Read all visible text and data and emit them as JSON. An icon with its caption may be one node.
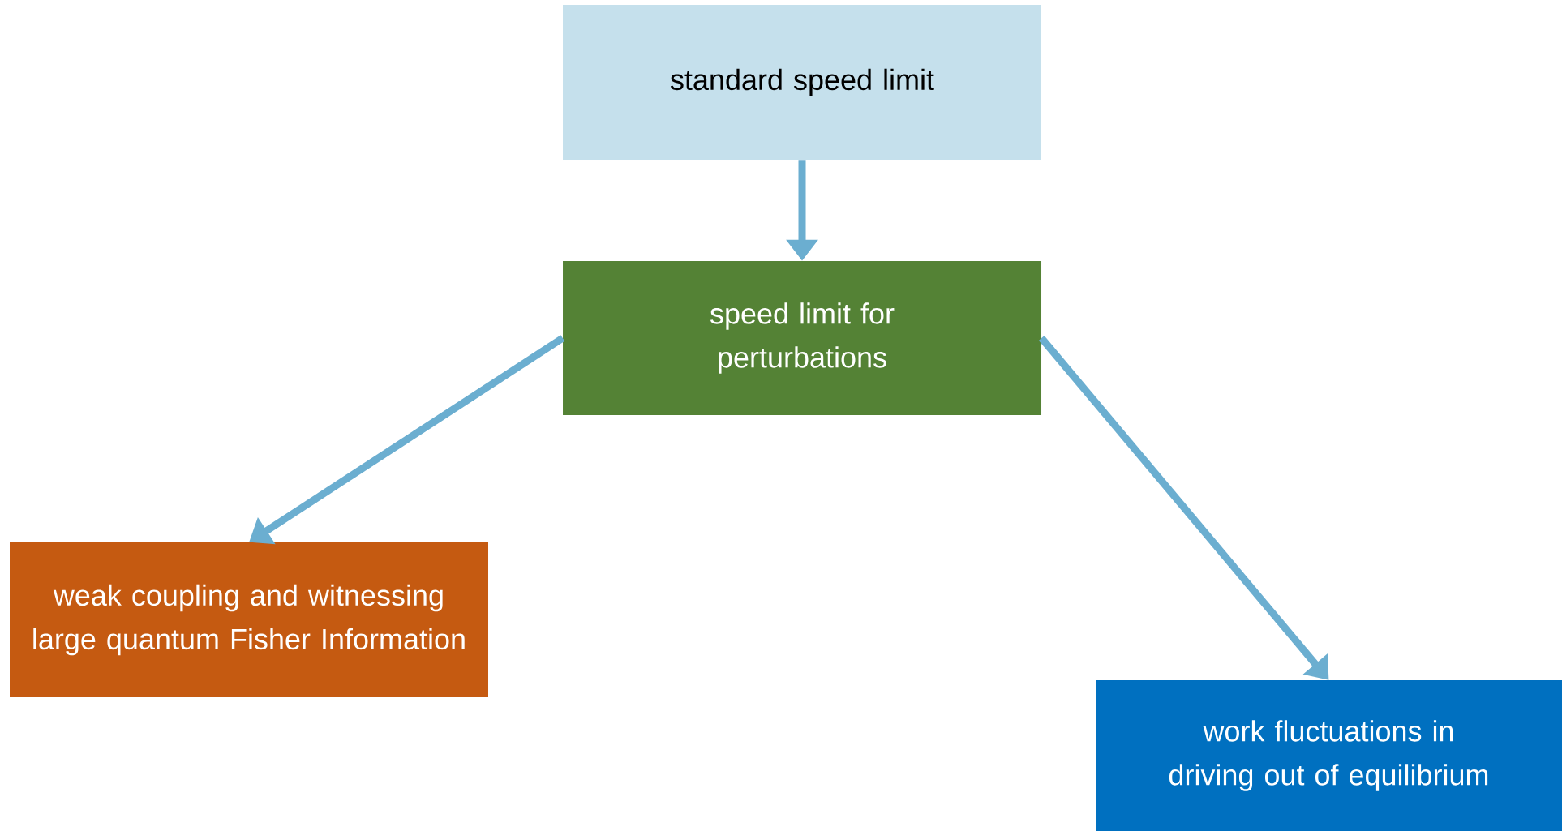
{
  "diagram": {
    "nodes": [
      {
        "text": [
          "standard speed limit"
        ]
      },
      {
        "text": [
          "speed limit for perturbations"
        ]
      },
      {
        "text": [
          "weak coupling and witnessing large quantum Fisher Information"
        ]
      },
      {
        "text": [
          "work fluctuations in driving out of equilibrium"
        ]
      }
    ],
    "edges": [
      {
        "from": 0,
        "to": 1,
        "arrow": "to"
      },
      {
        "from": 1,
        "to": 2,
        "arrow": "to"
      },
      {
        "from": 1,
        "to": 3,
        "arrow": "to"
      }
    ]
  }
}
